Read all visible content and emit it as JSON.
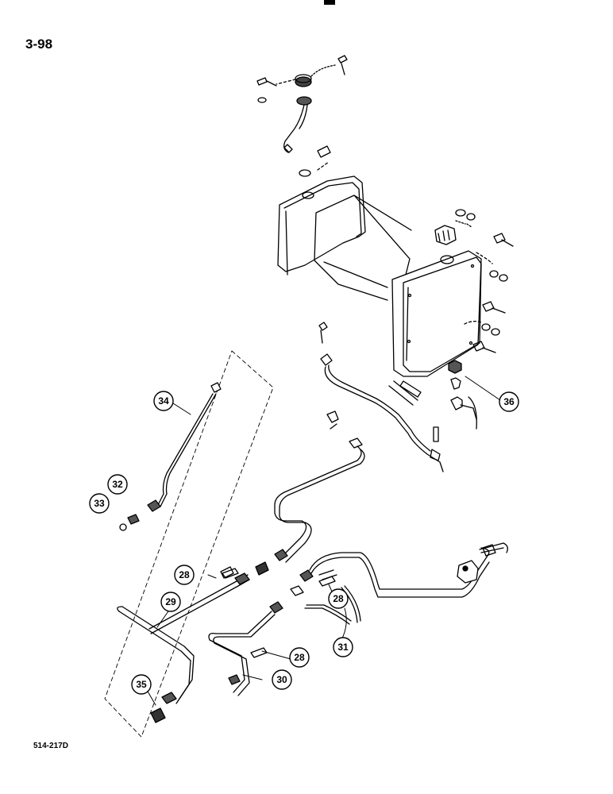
{
  "page": {
    "page_number": "3-98",
    "figure_code": "514-217D"
  },
  "callouts": [
    {
      "id": "callout-34",
      "label": "34"
    },
    {
      "id": "callout-32",
      "label": "32"
    },
    {
      "id": "callout-33",
      "label": "33"
    },
    {
      "id": "callout-28-left",
      "label": "28"
    },
    {
      "id": "callout-29",
      "label": "29"
    },
    {
      "id": "callout-35",
      "label": "35"
    },
    {
      "id": "callout-28-mid",
      "label": "28"
    },
    {
      "id": "callout-28-low",
      "label": "28"
    },
    {
      "id": "callout-30",
      "label": "30"
    },
    {
      "id": "callout-31",
      "label": "31"
    },
    {
      "id": "callout-36",
      "label": "36"
    }
  ],
  "colors": {
    "line": "#000000",
    "background": "#ffffff"
  }
}
